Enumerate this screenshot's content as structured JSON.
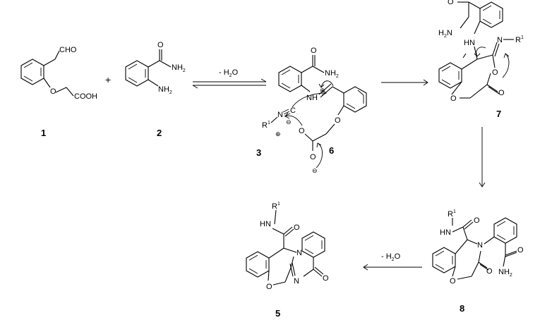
{
  "compounds": {
    "c1": {
      "number": "1",
      "cho": "CHO",
      "o": "O",
      "cooh": "COOH"
    },
    "c2": {
      "number": "2",
      "o": "O",
      "nh2_amide": "NH",
      "nh2_amine": "NH",
      "sub2": "2"
    },
    "c3": {
      "number": "3",
      "r": "R",
      "sup1": "1",
      "n": "N",
      "c": "C"
    },
    "c6": {
      "number": "6",
      "o": "O",
      "nh2": "NH",
      "sub2": "2",
      "nh": "NH",
      "o_ether": "O",
      "o_carboxyl": "O",
      "o_minus": "O"
    },
    "c7": {
      "number": "7",
      "h2n": "H",
      "sub2": "2",
      "n_amide": "N",
      "o_amide": "O",
      "hn": "HN",
      "n_imine": "N",
      "r": "R",
      "sup1": "1",
      "o_ring": "O",
      "o_ring2": "O",
      "o_carbonyl": "O"
    },
    "c8": {
      "number": "8",
      "r": "R",
      "sup1": "1",
      "hn": "HN",
      "o1": "O",
      "n": "N",
      "o2": "O",
      "o3": "O",
      "nh2": "NH",
      "sub2": "2"
    },
    "c5": {
      "number": "5",
      "r": "R",
      "sup1": "1",
      "hn": "HN",
      "o1": "O",
      "n1": "N",
      "n2": "N",
      "o2": "O",
      "o3": "O"
    }
  },
  "conditions": {
    "eq1": "- H",
    "eq1_sub": "2",
    "eq1_o": "O",
    "final": "- H",
    "final_sub": "2",
    "final_o": "O"
  },
  "symbols": {
    "plus": "+",
    "charge_plus": "⊕",
    "charge_minus": "⊖"
  }
}
